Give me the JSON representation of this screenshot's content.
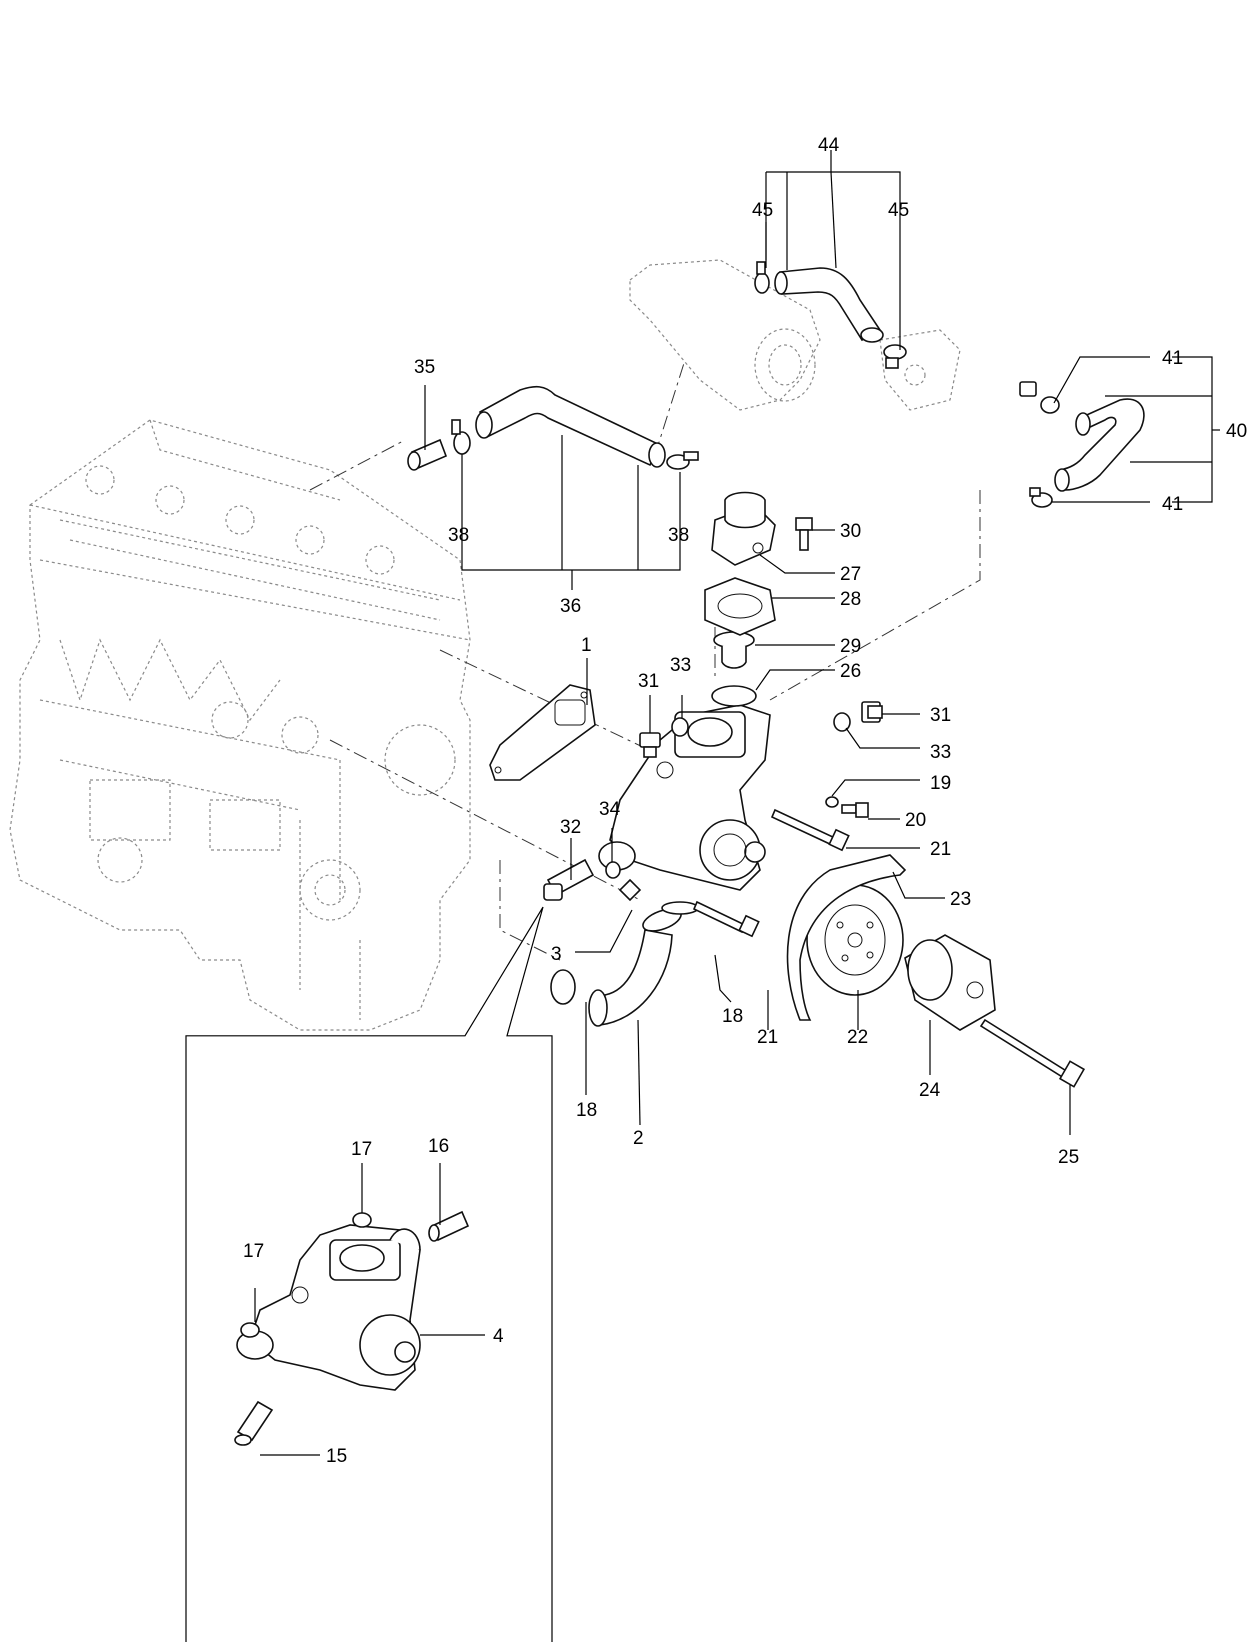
{
  "callouts": {
    "c1": "1",
    "c2": "2",
    "c3": "3",
    "c4": "4",
    "c15": "15",
    "c16": "16",
    "c17a": "17",
    "c17b": "17",
    "c18a": "18",
    "c18b": "18",
    "c19": "19",
    "c20": "20",
    "c21a": "21",
    "c21b": "21",
    "c22": "22",
    "c23": "23",
    "c24": "24",
    "c25": "25",
    "c26": "26",
    "c27": "27",
    "c28": "28",
    "c29": "29",
    "c30": "30",
    "c31a": "31",
    "c31b": "31",
    "c32": "32",
    "c33a": "33",
    "c33b": "33",
    "c34": "34",
    "c35": "35",
    "c36": "36",
    "c38a": "38",
    "c38b": "38",
    "c40": "40",
    "c41a": "41",
    "c41b": "41",
    "c44": "44",
    "c45a": "45",
    "c45b": "45"
  }
}
